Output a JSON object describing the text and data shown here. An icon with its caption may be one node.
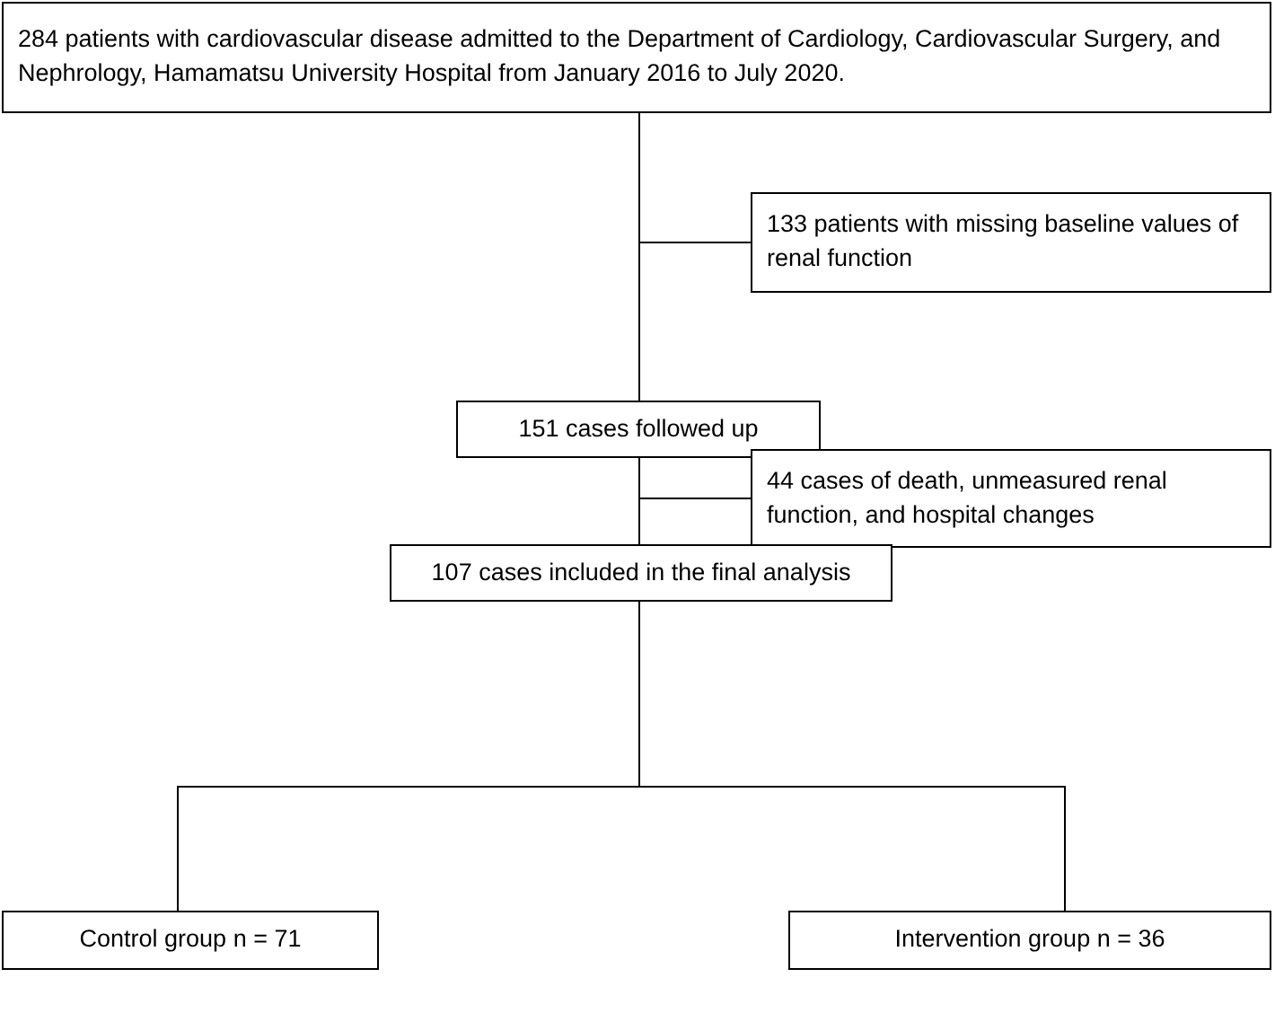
{
  "diagram": {
    "nodes": [
      {
        "text": [
          "284 patients with cardiovascular disease admitted to the Department of Cardiology, Cardiovascular Surgery, and Nephrology, Hamamatsu University Hospital from January 2016 to July 2020."
        ]
      },
      {
        "text": [
          "133 patients with missing baseline values of renal function"
        ]
      },
      {
        "text": [
          "151 cases followed up"
        ]
      },
      {
        "text": [
          "44 cases of death, unmeasured renal function, and hospital changes"
        ]
      },
      {
        "text": [
          "107 cases included in the final analysis"
        ]
      },
      {
        "text": [
          "Control group n = 71"
        ]
      },
      {
        "text": [
          "Intervention group n = 36"
        ]
      }
    ],
    "edges": [
      {
        "from": 0,
        "to": 1,
        "arrow": "none"
      },
      {
        "from": 0,
        "to": 2,
        "arrow": "none"
      },
      {
        "from": 2,
        "to": 3,
        "arrow": "none"
      },
      {
        "from": 2,
        "to": 4,
        "arrow": "none"
      },
      {
        "from": 4,
        "to": 5,
        "arrow": "none"
      },
      {
        "from": 4,
        "to": 6,
        "arrow": "none"
      }
    ]
  }
}
